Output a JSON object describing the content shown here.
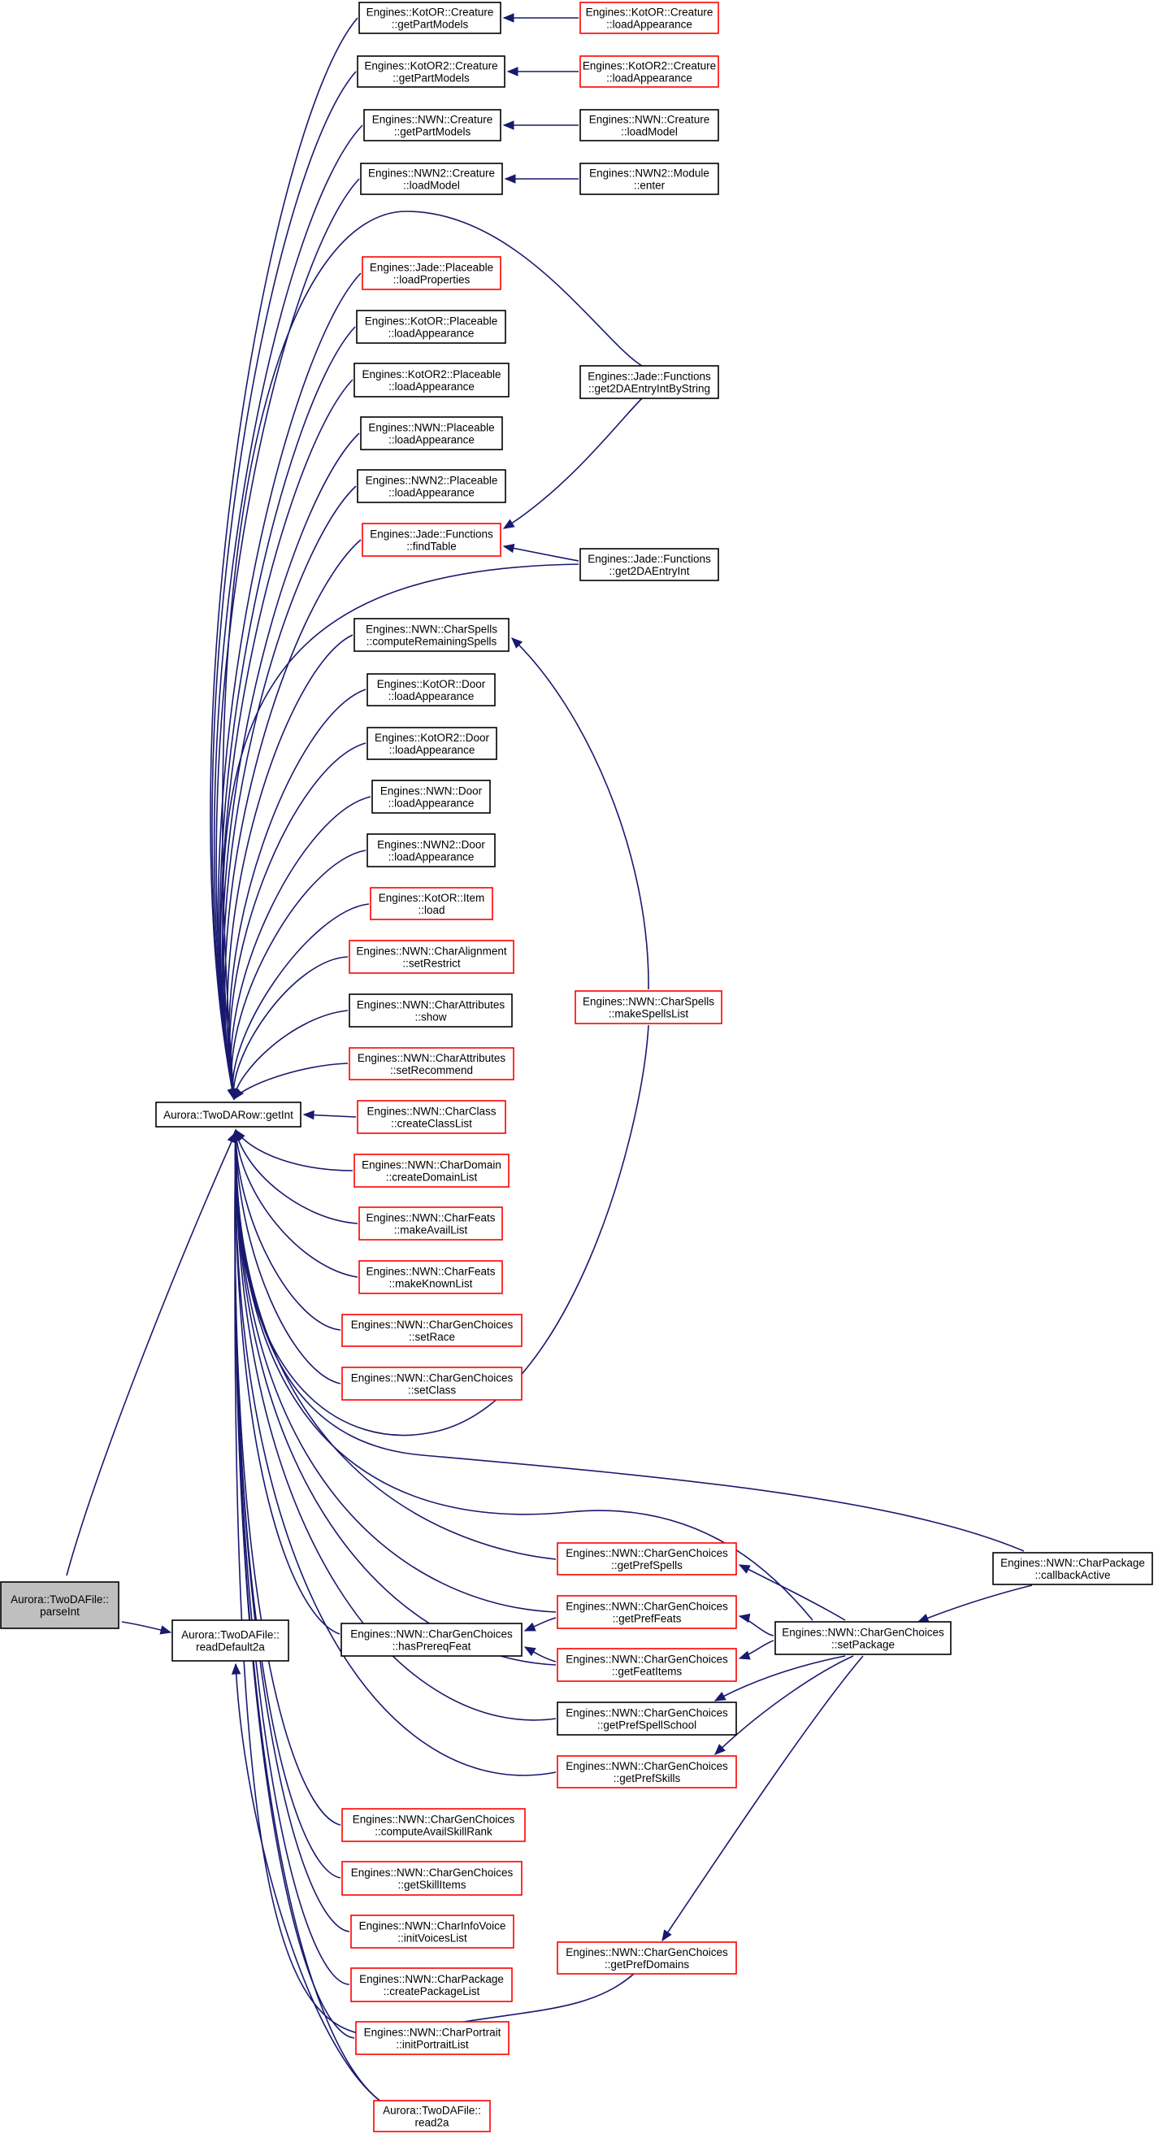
{
  "nodes": [
    {
      "id": "parseInt",
      "lines": [
        "Aurora::TwoDAFile::",
        "parseInt"
      ],
      "style": "gray"
    },
    {
      "id": "getInt",
      "lines": [
        "Aurora::TwoDARow::getInt"
      ],
      "style": "black"
    },
    {
      "id": "readDefault2a",
      "lines": [
        "Aurora::TwoDAFile::",
        "readDefault2a"
      ],
      "style": "black"
    },
    {
      "id": "kotorCreatureGPM",
      "lines": [
        "Engines::KotOR::Creature",
        "::getPartModels"
      ],
      "style": "black"
    },
    {
      "id": "kotorCreatureLA",
      "lines": [
        "Engines::KotOR::Creature",
        "::loadAppearance"
      ],
      "style": "red"
    },
    {
      "id": "kotor2CreatureGPM",
      "lines": [
        "Engines::KotOR2::Creature",
        "::getPartModels"
      ],
      "style": "black"
    },
    {
      "id": "kotor2CreatureLA",
      "lines": [
        "Engines::KotOR2::Creature",
        "::loadAppearance"
      ],
      "style": "red"
    },
    {
      "id": "nwnCreatureGPM",
      "lines": [
        "Engines::NWN::Creature",
        "::getPartModels"
      ],
      "style": "black"
    },
    {
      "id": "nwnCreatureLM",
      "lines": [
        "Engines::NWN::Creature",
        "::loadModel"
      ],
      "style": "black"
    },
    {
      "id": "nwn2CreatureLM",
      "lines": [
        "Engines::NWN2::Creature",
        "::loadModel"
      ],
      "style": "black"
    },
    {
      "id": "nwn2ModuleEnter",
      "lines": [
        "Engines::NWN2::Module",
        "::enter"
      ],
      "style": "black"
    },
    {
      "id": "jadePlaceableLP",
      "lines": [
        "Engines::Jade::Placeable",
        "::loadProperties"
      ],
      "style": "red"
    },
    {
      "id": "kotorPlaceableLA",
      "lines": [
        "Engines::KotOR::Placeable",
        "::loadAppearance"
      ],
      "style": "black"
    },
    {
      "id": "kotor2PlaceableLA",
      "lines": [
        "Engines::KotOR2::Placeable",
        "::loadAppearance"
      ],
      "style": "black"
    },
    {
      "id": "nwnPlaceableLA",
      "lines": [
        "Engines::NWN::Placeable",
        "::loadAppearance"
      ],
      "style": "black"
    },
    {
      "id": "nwn2PlaceableLA",
      "lines": [
        "Engines::NWN2::Placeable",
        "::loadAppearance"
      ],
      "style": "black"
    },
    {
      "id": "jadeFindTable",
      "lines": [
        "Engines::Jade::Functions",
        "::findTable"
      ],
      "style": "red"
    },
    {
      "id": "jadeGet2DAByString",
      "lines": [
        "Engines::Jade::Functions",
        "::get2DAEntryIntByString"
      ],
      "style": "black"
    },
    {
      "id": "jadeGet2DA",
      "lines": [
        "Engines::Jade::Functions",
        "::get2DAEntryInt"
      ],
      "style": "black"
    },
    {
      "id": "charSpellsCRS",
      "lines": [
        "Engines::NWN::CharSpells",
        "::computeRemainingSpells"
      ],
      "style": "black"
    },
    {
      "id": "kotorDoorLA",
      "lines": [
        "Engines::KotOR::Door",
        "::loadAppearance"
      ],
      "style": "black"
    },
    {
      "id": "kotor2DoorLA",
      "lines": [
        "Engines::KotOR2::Door",
        "::loadAppearance"
      ],
      "style": "black"
    },
    {
      "id": "nwnDoorLA",
      "lines": [
        "Engines::NWN::Door",
        "::loadAppearance"
      ],
      "style": "black"
    },
    {
      "id": "nwn2DoorLA",
      "lines": [
        "Engines::NWN2::Door",
        "::loadAppearance"
      ],
      "style": "black"
    },
    {
      "id": "kotorItemLoad",
      "lines": [
        "Engines::KotOR::Item",
        "::load"
      ],
      "style": "red"
    },
    {
      "id": "charAlignSR",
      "lines": [
        "Engines::NWN::CharAlignment",
        "::setRestrict"
      ],
      "style": "red"
    },
    {
      "id": "charAttrShow",
      "lines": [
        "Engines::NWN::CharAttributes",
        "::show"
      ],
      "style": "black"
    },
    {
      "id": "charAttrSR",
      "lines": [
        "Engines::NWN::CharAttributes",
        "::setRecommend"
      ],
      "style": "red"
    },
    {
      "id": "charSpellsMSL",
      "lines": [
        "Engines::NWN::CharSpells",
        "::makeSpellsList"
      ],
      "style": "red"
    },
    {
      "id": "charClassCCL",
      "lines": [
        "Engines::NWN::CharClass",
        "::createClassList"
      ],
      "style": "red"
    },
    {
      "id": "charDomainCDL",
      "lines": [
        "Engines::NWN::CharDomain",
        "::createDomainList"
      ],
      "style": "red"
    },
    {
      "id": "charFeatsMAL",
      "lines": [
        "Engines::NWN::CharFeats",
        "::makeAvailList"
      ],
      "style": "red"
    },
    {
      "id": "charFeatsMKL",
      "lines": [
        "Engines::NWN::CharFeats",
        "::makeKnownList"
      ],
      "style": "red"
    },
    {
      "id": "cgcSetRace",
      "lines": [
        "Engines::NWN::CharGenChoices",
        "::setRace"
      ],
      "style": "red"
    },
    {
      "id": "cgcSetClass",
      "lines": [
        "Engines::NWN::CharGenChoices",
        "::setClass"
      ],
      "style": "red"
    },
    {
      "id": "cgcGetPrefSpells",
      "lines": [
        "Engines::NWN::CharGenChoices",
        "::getPrefSpells"
      ],
      "style": "red"
    },
    {
      "id": "cgcHasPrereqFeat",
      "lines": [
        "Engines::NWN::CharGenChoices",
        "::hasPrereqFeat"
      ],
      "style": "black"
    },
    {
      "id": "cgcGetPrefFeats",
      "lines": [
        "Engines::NWN::CharGenChoices",
        "::getPrefFeats"
      ],
      "style": "red"
    },
    {
      "id": "cgcGetFeatItems",
      "lines": [
        "Engines::NWN::CharGenChoices",
        "::getFeatItems"
      ],
      "style": "red"
    },
    {
      "id": "cgcGetPrefSpellSchool",
      "lines": [
        "Engines::NWN::CharGenChoices",
        "::getPrefSpellSchool"
      ],
      "style": "black"
    },
    {
      "id": "cgcGetPrefSkills",
      "lines": [
        "Engines::NWN::CharGenChoices",
        "::getPrefSkills"
      ],
      "style": "red"
    },
    {
      "id": "cgcComputeASR",
      "lines": [
        "Engines::NWN::CharGenChoices",
        "::computeAvailSkillRank"
      ],
      "style": "red"
    },
    {
      "id": "cgcGetSkillItems",
      "lines": [
        "Engines::NWN::CharGenChoices",
        "::getSkillItems"
      ],
      "style": "red"
    },
    {
      "id": "charInfoVoiceIVL",
      "lines": [
        "Engines::NWN::CharInfoVoice",
        "::initVoicesList"
      ],
      "style": "red"
    },
    {
      "id": "charPackageCPL",
      "lines": [
        "Engines::NWN::CharPackage",
        "::createPackageList"
      ],
      "style": "red"
    },
    {
      "id": "charPortraitIPL",
      "lines": [
        "Engines::NWN::CharPortrait",
        "::initPortraitList"
      ],
      "style": "red"
    },
    {
      "id": "cgcGetPrefDomains",
      "lines": [
        "Engines::NWN::CharGenChoices",
        "::getPrefDomains"
      ],
      "style": "red"
    },
    {
      "id": "read2a",
      "lines": [
        "Aurora::TwoDAFile::",
        "read2a"
      ],
      "style": "red"
    },
    {
      "id": "charPackageCA",
      "lines": [
        "Engines::NWN::CharPackage",
        "::callbackActive"
      ],
      "style": "black"
    },
    {
      "id": "cgcSetPackage",
      "lines": [
        "Engines::NWN::CharGenChoices",
        "::setPackage"
      ],
      "style": "black"
    }
  ],
  "colors": {
    "edge": "#191970",
    "red_border": "#ff0000",
    "black_border": "#000000",
    "highlight_fill": "#bfbfbf"
  }
}
